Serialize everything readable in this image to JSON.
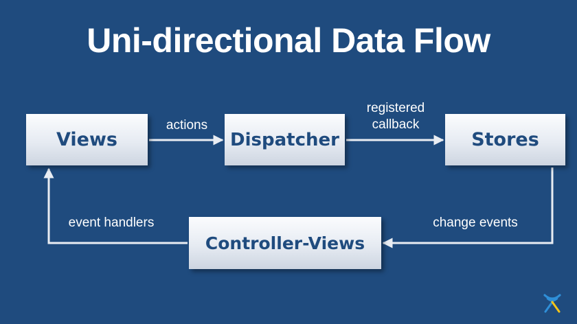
{
  "title": "Uni-directional Data Flow",
  "nodes": {
    "views": "Views",
    "dispatcher": "Dispatcher",
    "stores": "Stores",
    "controller_views": "Controller-Views"
  },
  "edges": {
    "views_to_dispatcher": "actions",
    "dispatcher_to_stores_line1": "registered",
    "dispatcher_to_stores_line2": "callback",
    "stores_to_controller": "change events",
    "controller_to_views": "event handlers"
  },
  "colors": {
    "background": "#1f4b7e",
    "box_text": "#1f4b7e",
    "arrow": "#e9edf3",
    "logo_blue": "#2f8fd8",
    "logo_yellow": "#f5c518"
  },
  "logo_icon": "atlassian-logo-icon"
}
